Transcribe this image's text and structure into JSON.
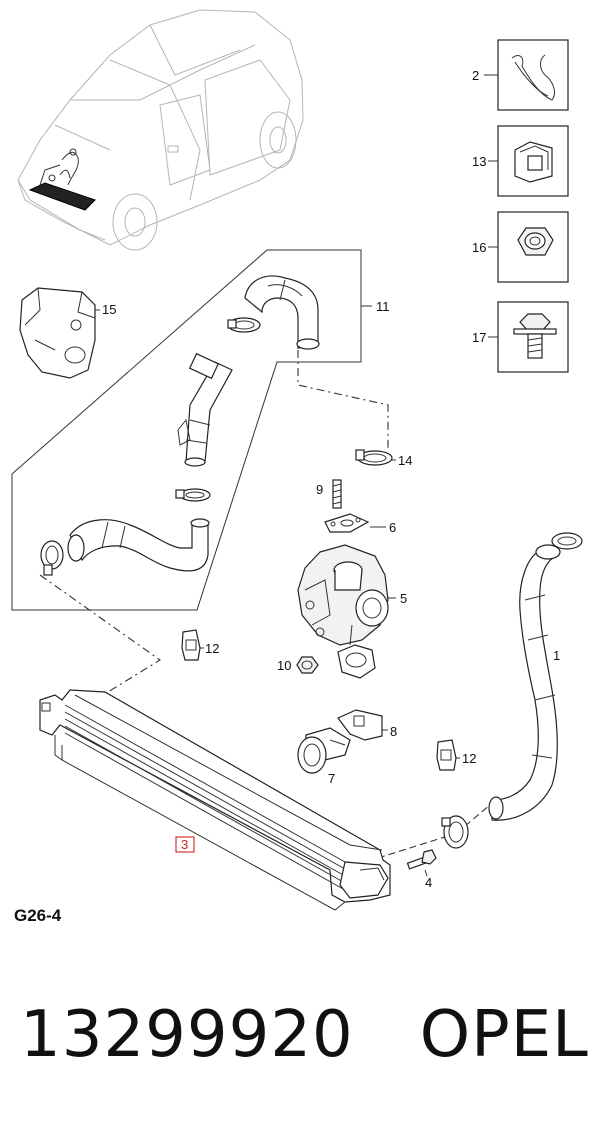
{
  "diagram": {
    "code": "G26-4",
    "callouts": {
      "c1": "1",
      "c2": "2",
      "c3": "3",
      "c4": "4",
      "c5": "5",
      "c6": "6",
      "c7": "7",
      "c8": "8",
      "c9": "9",
      "c10": "10",
      "c11": "11",
      "c12a": "12",
      "c12b": "12",
      "c13": "13",
      "c14": "14",
      "c15": "15",
      "c16": "16",
      "c17": "17"
    },
    "highlight_color": "#cc2222"
  },
  "footer": {
    "part_number": "13299920",
    "brand": "OPEL"
  }
}
